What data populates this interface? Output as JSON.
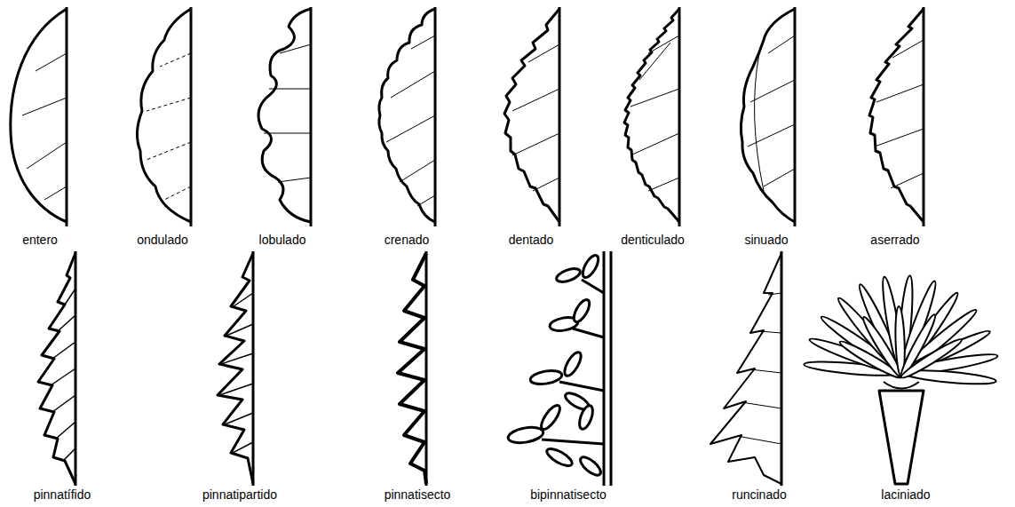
{
  "diagram": {
    "labels": [
      "entero",
      "ondulado",
      "lobulado",
      "crenado",
      "dentado",
      "denticulado",
      "sinuado",
      "aserrado",
      "pinnatífido",
      "pinnatipartido",
      "pinnatisecto",
      "bipinnatisecto",
      "runcinado",
      "laciniado"
    ]
  }
}
